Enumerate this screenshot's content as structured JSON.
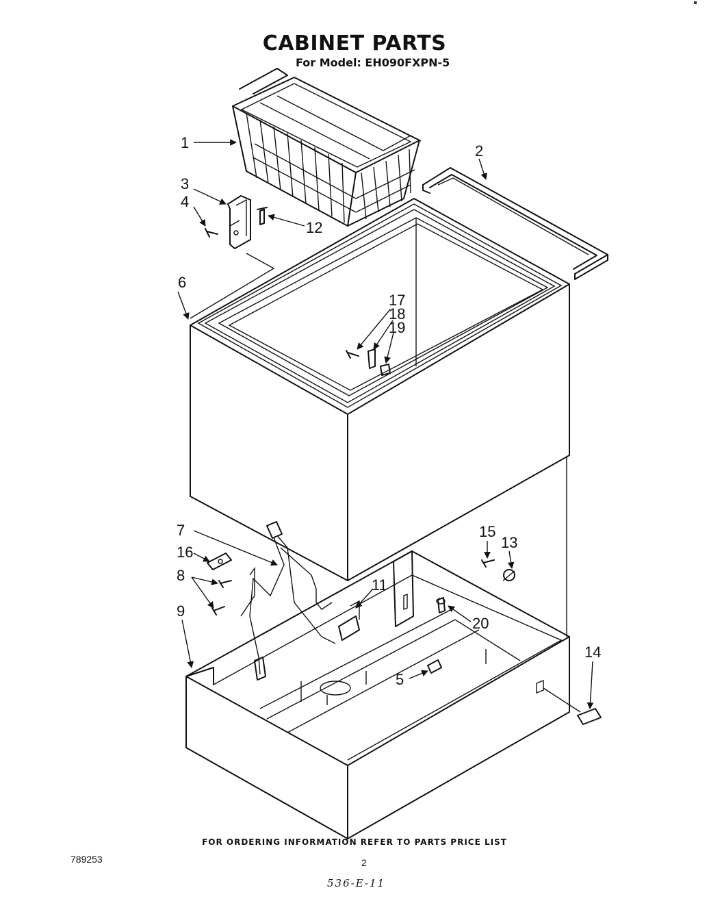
{
  "header": {
    "title": "CABINET PARTS",
    "subtitle": "For Model: EH090FXPN-5"
  },
  "callouts": [
    {
      "number": "1",
      "part": "basket"
    },
    {
      "number": "2",
      "part": "gasket"
    },
    {
      "number": "3",
      "part": "hinge"
    },
    {
      "number": "4",
      "part": "screw"
    },
    {
      "number": "5",
      "part": "clip"
    },
    {
      "number": "6",
      "part": "cabinet"
    },
    {
      "number": "7",
      "part": "wire-harness"
    },
    {
      "number": "8",
      "part": "screw"
    },
    {
      "number": "9",
      "part": "base-pan"
    },
    {
      "number": "11",
      "part": "bracket"
    },
    {
      "number": "12",
      "part": "screw"
    },
    {
      "number": "13",
      "part": "grommet"
    },
    {
      "number": "14",
      "part": "plug"
    },
    {
      "number": "15",
      "part": "screw"
    },
    {
      "number": "16",
      "part": "clamp"
    },
    {
      "number": "17",
      "part": "screw"
    },
    {
      "number": "18",
      "part": "bracket"
    },
    {
      "number": "19",
      "part": "clip"
    },
    {
      "number": "20",
      "part": "screw"
    }
  ],
  "footer": {
    "ordering_note": "FOR ORDERING INFORMATION REFER TO PARTS PRICE LIST",
    "doc_number": "789253",
    "page_number": "2",
    "handwritten_note": "536-E-11"
  }
}
